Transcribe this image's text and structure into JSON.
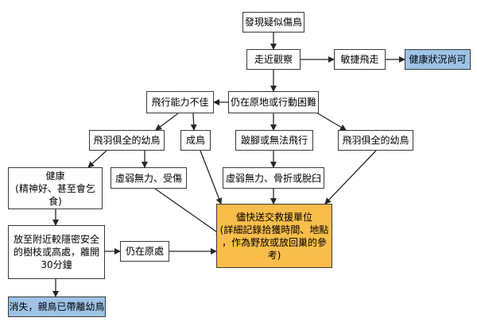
{
  "colors": {
    "line": "#262626",
    "node_border": "#3a3a3a",
    "highlight_blue": "#9dc3e6",
    "highlight_orange": "#f8bd4a"
  },
  "nodes": {
    "found_bird": "發現疑似傷鳥",
    "approach_observe": "走近觀察",
    "agile_flight": "敏捷飛走",
    "health_ok": "健康狀況尚可",
    "cannot_fly": "飛行能力不佳",
    "stays_in_place": "仍在原地或行動困難",
    "fledgling_left": "飛羽俱全的幼鳥",
    "adult_bird": "成鳥",
    "limping": "跛腳或無法飛行",
    "fledgling_right": "飛羽俱全的幼鳥",
    "healthy": {
      "line1": "健康",
      "line2": "(精神好、甚至會乞食)"
    },
    "weak_injured": "虛弱無力、受傷",
    "weak_fracture": "虛弱無力、骨折或脫臼",
    "rescue": {
      "line1": "儘快送交救援單位",
      "line2": "(詳細記錄拾獲時間、地點",
      "line3": "，作為野放或放回巢的參考)"
    },
    "place_nearby": {
      "line1": "放至附近較隱密安全",
      "line2": "的樹枝或高處，離開",
      "line3": "30分鐘"
    },
    "still_there": "仍在原處",
    "parent_took": "消失，親鳥已帶離幼鳥"
  }
}
